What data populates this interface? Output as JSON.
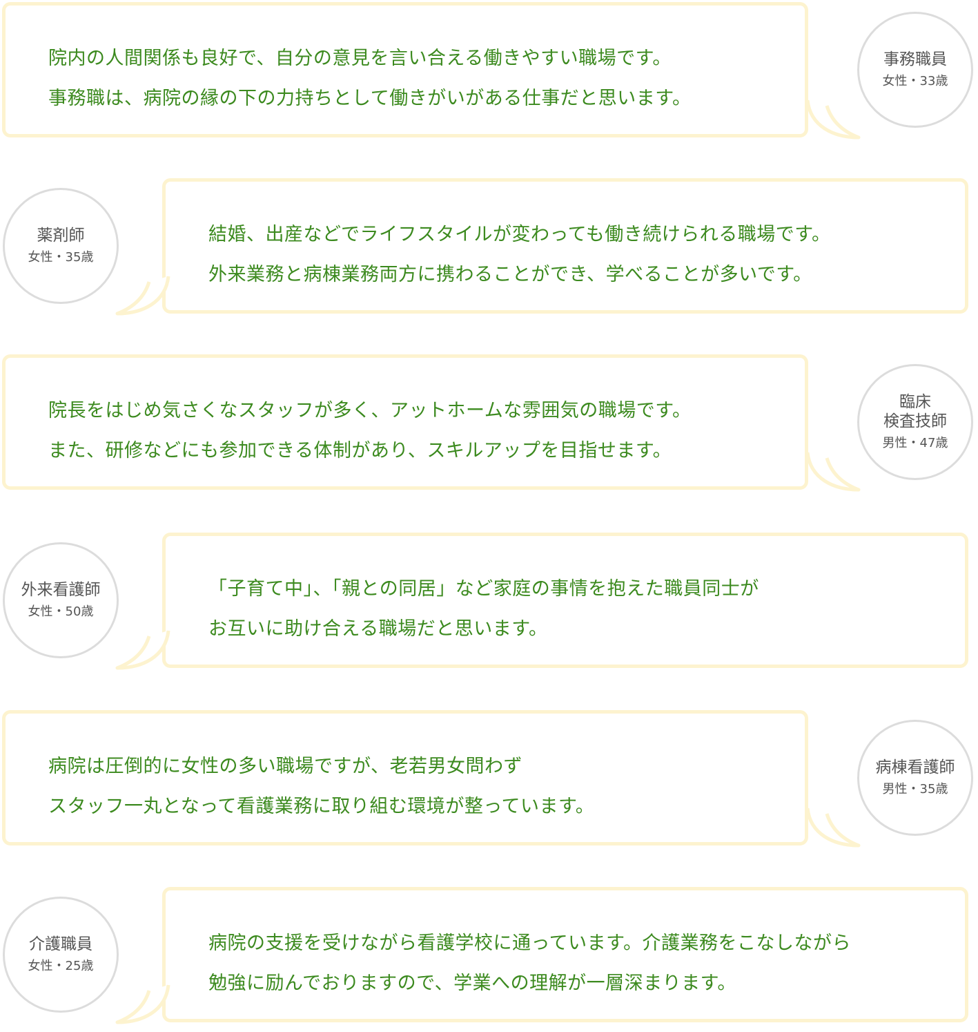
{
  "colors": {
    "bubble_border": "#fdf3cf",
    "message_text": "#3c8a1f",
    "profile_border": "#dcdcdc",
    "profile_text": "#555555"
  },
  "testimonials": [
    {
      "lines": [
        "院内の人間関係も良好で、自分の意見を言い合える働きやすい職場です。",
        "事務職は、病院の縁の下の力持ちとして働きがいがある仕事だと思います。"
      ],
      "role_lines": [
        "事務職員"
      ],
      "meta": "女性・33歳"
    },
    {
      "lines": [
        "結婚、出産などでライフスタイルが変わっても働き続けられる職場です。",
        "外来業務と病棟業務両方に携わることができ、学べることが多いです。"
      ],
      "role_lines": [
        "薬剤師"
      ],
      "meta": "女性・35歳"
    },
    {
      "lines": [
        "院長をはじめ気さくなスタッフが多く、アットホームな雰囲気の職場です。",
        "また、研修などにも参加できる体制があり、スキルアップを目指せます。"
      ],
      "role_lines": [
        "臨床",
        "検査技師"
      ],
      "meta": "男性・47歳"
    },
    {
      "lines": [
        "「子育て中」、「親との同居」など家庭の事情を抱えた職員同士が",
        "お互いに助け合える職場だと思います。"
      ],
      "role_lines": [
        "外来看護師"
      ],
      "meta": "女性・50歳"
    },
    {
      "lines": [
        "病院は圧倒的に女性の多い職場ですが、老若男女問わず",
        "スタッフ一丸となって看護業務に取り組む環境が整っています。"
      ],
      "role_lines": [
        "病棟看護師"
      ],
      "meta": "男性・35歳"
    },
    {
      "lines": [
        "病院の支援を受けながら看護学校に通っています。介護業務をこなしながら",
        "勉強に励んでおりますので、学業への理解が一層深まります。"
      ],
      "role_lines": [
        "介護職員"
      ],
      "meta": "女性・25歳"
    }
  ]
}
